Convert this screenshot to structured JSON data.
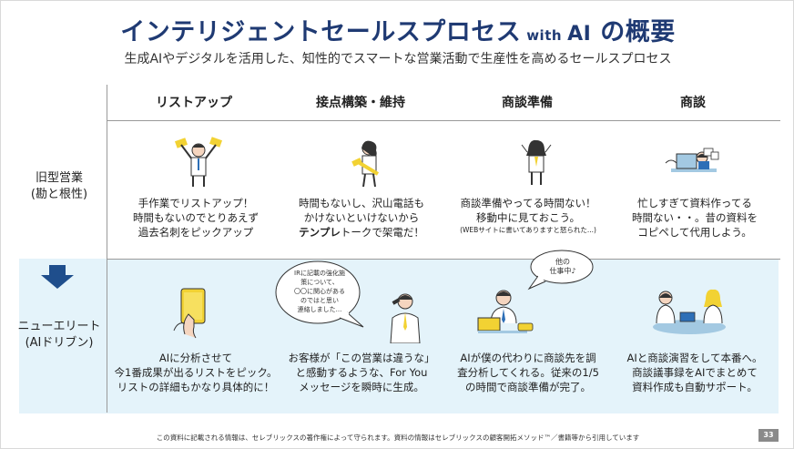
{
  "title": {
    "main": "インテリジェントセールスプロセス",
    "with": "with",
    "ai": "AI",
    "suffix": "の概要"
  },
  "subtitle": "生成AIやデジタルを活用した、知性的でスマートな営業活動で生産性を高めるセールスプロセス",
  "columns": [
    "リストアップ",
    "接点構築・維持",
    "商談準備",
    "商談"
  ],
  "rows": {
    "old": {
      "label_1": "旧型営業",
      "label_2": "(勘と根性)"
    },
    "new": {
      "label_1": "ニューエリート",
      "label_2": "(AIドリブン)"
    }
  },
  "old_cells": [
    {
      "l1": "手作業でリストアップ！",
      "l2": "時間もないのでとりあえず",
      "l3": "過去名刺をピックアップ"
    },
    {
      "l1": "時間もないし、沢山電話も",
      "l2": "かけないといけないから",
      "l3_bold": "テンプレ",
      "l3_rest": "トークで架電だ！"
    },
    {
      "l1": "商談準備やってる時間ない！",
      "l2": "移動中に見ておこう。",
      "note": "(WEBサイトに書いてありますと怒られた...)"
    },
    {
      "l1": "忙しすぎて資料作ってる",
      "l2": "時間ない・・。昔の資料を",
      "l3": "コピペして代用しよう。"
    }
  ],
  "new_cells": [
    {
      "l1": "AIに分析させて",
      "l2": "今1番成果が出るリストをピック。",
      "l3": "リストの詳細もかなり具体的に！"
    },
    {
      "l1": "お客様が「この営業は違うな」",
      "l2": "と感動するような、For You",
      "l3": "メッセージを瞬時に生成。"
    },
    {
      "l1": "AIが僕の代わりに商談先を調",
      "l2": "査分析してくれる。従来の1/5",
      "l3": "の時間で商談準備が完了。"
    },
    {
      "l1": "AIと商談演習をして本番へ。",
      "l2": "商談議事録をAIでまとめて",
      "l3": "資料作成も自動サポート。"
    }
  ],
  "bubbles": {
    "message": {
      "l1": "IRに記載の強化施",
      "l2": "策について、",
      "l3": "〇〇に関心がある",
      "l4": "のではと思い",
      "l5": "連絡しました..."
    },
    "other_work": {
      "l1": "他の",
      "l2": "仕事中♪"
    }
  },
  "footer": "この資料に記載される情報は、セレブリックスの著作権によって守られます。資料の情報はセレブリックスの顧客開拓メソッド™／書籍等から引用しています",
  "page_number": "33",
  "colors": {
    "title": "#1f3a73",
    "band": "#e4f3fa",
    "arrow": "#1f4e8c",
    "accent_yellow": "#f2d233"
  }
}
